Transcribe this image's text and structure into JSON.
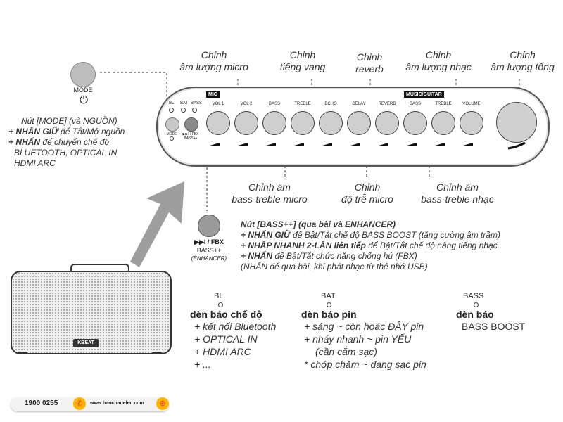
{
  "callouts_top": [
    {
      "line1": "Chỉnh",
      "line2": "âm lượng micro"
    },
    {
      "line1": "Chỉnh",
      "line2": "tiếng vang"
    },
    {
      "line1": "Chỉnh",
      "line2": "reverb"
    },
    {
      "line1": "Chỉnh",
      "line2": "âm lượng nhạc"
    },
    {
      "line1": "Chỉnh",
      "line2": "âm lượng tổng"
    }
  ],
  "callouts_bottom": [
    {
      "line1": "Chỉnh âm",
      "line2": "bass-treble micro"
    },
    {
      "line1": "Chỉnh",
      "line2": "độ trễ micro"
    },
    {
      "line1": "Chỉnh âm",
      "line2": "bass-treble nhạc"
    }
  ],
  "mode_button": {
    "label": "MODE"
  },
  "mode_desc": {
    "title": "Nút [MODE] (và NGUỒN)",
    "line1_bold": "+ NHẤN GIỮ",
    "line1_rest": " để Tắt/Mở nguồn",
    "line2_bold": "+ NHẤN",
    "line2_rest": " để chuyển chế độ",
    "line3": "BLUETOOTH, OPTICAL IN,",
    "line4": "HDMI ARC"
  },
  "panel": {
    "mic_header": "MIC",
    "music_header": "MUSIC/GUITAR",
    "leds": [
      "BL",
      "BAT",
      "BASS"
    ],
    "mode_small": "MODE",
    "fbx_small_line1": "▶▶I / FBX",
    "fbx_small_line2": "BASS++",
    "knobs": [
      "VOL 1",
      "VOL 2",
      "BASS",
      "TREBLE",
      "ECHO",
      "DELAY",
      "REVERB",
      "BASS",
      "TREBLE",
      "VOLUME"
    ]
  },
  "fbx_button": {
    "line1": "▶▶I / FBX",
    "line2": "BASS++",
    "line3": "(ENHANCER)"
  },
  "fbx_desc": {
    "title": "Nút [BASS++] (qua bài và ENHANCER)",
    "l1_bold": "+ NHẤN GIỮ",
    "l1_rest": " để Bật/Tắt chế độ BASS BOOST (tăng cường âm trầm)",
    "l2_bold": "+ NHẤP NHANH 2-LẦN liên tiếp",
    "l2_rest": " để Bật/Tắt chế độ nâng tiếng nhạc",
    "l3_bold": "+ NHẤN",
    "l3_rest": " để Bật/Tắt chức năng chống hú (FBX)",
    "l4": "(NHẤN để qua bài, khi phát nhạc từ thẻ nhớ USB)"
  },
  "indicators": [
    {
      "label": "BL",
      "heading": "đèn báo chế độ",
      "items": [
        "+ kết nối Bluetooth",
        "+ OPTICAL IN",
        "+ HDMI ARC",
        "+ ..."
      ]
    },
    {
      "label": "BAT",
      "heading": "đèn báo pin",
      "items": [
        "+ sáng ~ còn hoặc ĐẦY pin",
        "+ nháy nhanh ~ pin YẾU",
        "(cần cắm sạc)",
        "* chớp chậm ~ đang sạc pin"
      ]
    },
    {
      "label": "BASS",
      "heading": "đèn báo",
      "items": [
        "BASS BOOST"
      ]
    }
  ],
  "speaker": {
    "logo": "KBEAT"
  },
  "footer": {
    "phone": "1900 0255",
    "website": "www.baochauelec.com"
  },
  "colors": {
    "accent": "#ffb400",
    "footer_red": "#e53935",
    "panel_border": "#444444",
    "knob": "#c8c8c8"
  }
}
